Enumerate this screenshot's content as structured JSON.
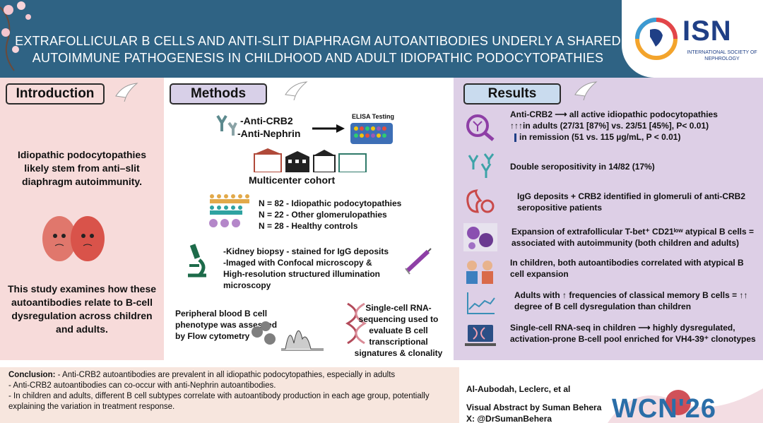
{
  "header": {
    "title_line1": "EXTRAFOLLICULAR B CELLS AND ANTI-SLIT DIAPHRAGM AUTOANTIBODIES UNDERLY A SHARED",
    "title_line2": "AUTOIMMUNE PATHOGENESIS IN CHILDHOOD AND ADULT IDIOPATHIC PODOCYTOPATHIES",
    "logo_text": "ISN",
    "logo_sub": "INTERNATIONAL SOCIETY OF NEPHROLOGY"
  },
  "intro": {
    "label": "Introduction",
    "text1": "Idiopathic podocytopathies likely stem from anti–slit diaphragm autoimmunity.",
    "text2": "This study examines how these autoantibodies relate to B-cell dysregulation across children and adults."
  },
  "methods": {
    "label": "Methods",
    "anti1": "-Anti-CRB2",
    "anti2": "-Anti-Nephrin",
    "elisa": "ELISA Testing",
    "cohort": "Multicenter cohort",
    "n1": "N = 82 - Idiopathic podocytopathies",
    "n2": "N = 22 - Other glomerulopathies",
    "n3": "N = 28 - Healthy controls",
    "biopsy1": "-Kidney biopsy - stained for IgG deposits",
    "biopsy2": "-Imaged with Confocal microscopy &",
    "biopsy3": "High-resolution structured illumination",
    "biopsy4": "microscopy",
    "flow": "Peripheral blood B cell phenotype was assessed by Flow cytometry",
    "scrna": "Single-cell RNA-sequencing used to evaluate B cell transcriptional signatures & clonality"
  },
  "results": {
    "label": "Results",
    "r1a": "Anti-CRB2 ⟶ all active idiopathic podocytopathies",
    "r1b": "↑↑↑in adults (27/31 [87%] vs. 23/51 [45%], P< 0.01)",
    "r1c": "in remission (51 vs. 115 µg/mL, P < 0.01)",
    "r2": "Double seropositivity in 14/82 (17%)",
    "r3": "IgG deposits + CRB2 identified in glomeruli of anti-CRB2 seropositive patients",
    "r4": "Expansion of extrafollicular T-bet⁺ CD21ˡᵒʷ atypical B cells = associated with autoimmunity (both children and adults)",
    "r5": "In children, both autoantibodies correlated with atypical B cell expansion",
    "r6": "Adults with ↑ frequencies of classical memory B cells = ↑↑ degree of B cell dysregulation than children",
    "r7": "Single-cell RNA-seq in children ⟶ highly dysregulated, activation-prone B-cell pool enriched for VH4-39⁺ clonotypes"
  },
  "footer": {
    "conclusion_label": "Conclusion:",
    "c1": " - Anti-CRB2 autoantibodies are prevalent in all idiopathic podocytopathies, especially in adults",
    "c2": "- Anti-CRB2 autoantibodies can co-occur with anti-Nephrin autoantibodies.",
    "c3": "- In children and adults, different B cell subtypes correlate with autoantibody production in each age group, potentially explaining the variation in treatment response.",
    "authors": "Al-Aubodah, Leclerc, et al",
    "va": "Visual Abstract by Suman Behera",
    "handle": "X: @DrSumanBehera",
    "wcn": "WCN'26"
  },
  "colors": {
    "header": "#2f6384",
    "intro_bg": "#f7dbda",
    "results_bg": "#ddcfe6",
    "conclusion_bg": "#f7e6de"
  }
}
